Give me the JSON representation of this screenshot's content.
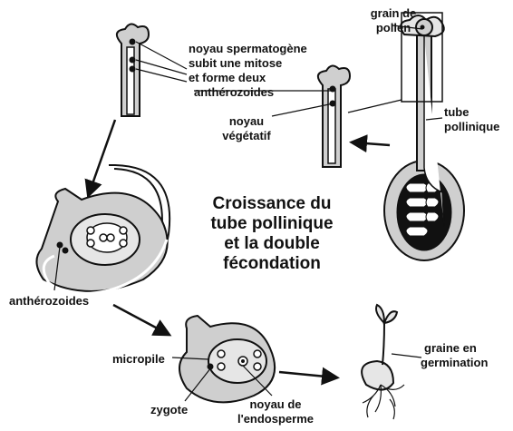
{
  "title": {
    "line1": "Croissance du",
    "line2": "tube pollinique",
    "line3": "et la double",
    "line4": "fécondation"
  },
  "labels": {
    "grain_line1": "grain de",
    "grain_line2": "pollen",
    "noyau_sperm_line1": "noyau spermatogène",
    "noyau_sperm_line2": "subit une mitose",
    "noyau_sperm_line3": "et forme deux",
    "noyau_sperm_line4": "anthérozoides",
    "noyau_veg_line1": "noyau",
    "noyau_veg_line2": "végétatif",
    "tube_line1": "tube",
    "tube_line2": "pollinique",
    "antherozoides": "anthérozoides",
    "micropile": "micropile",
    "zygote": "zygote",
    "endo_line1": "noyau de",
    "endo_line2": "l'endosperme",
    "graine_line1": "graine en",
    "graine_line2": "germination"
  }
}
